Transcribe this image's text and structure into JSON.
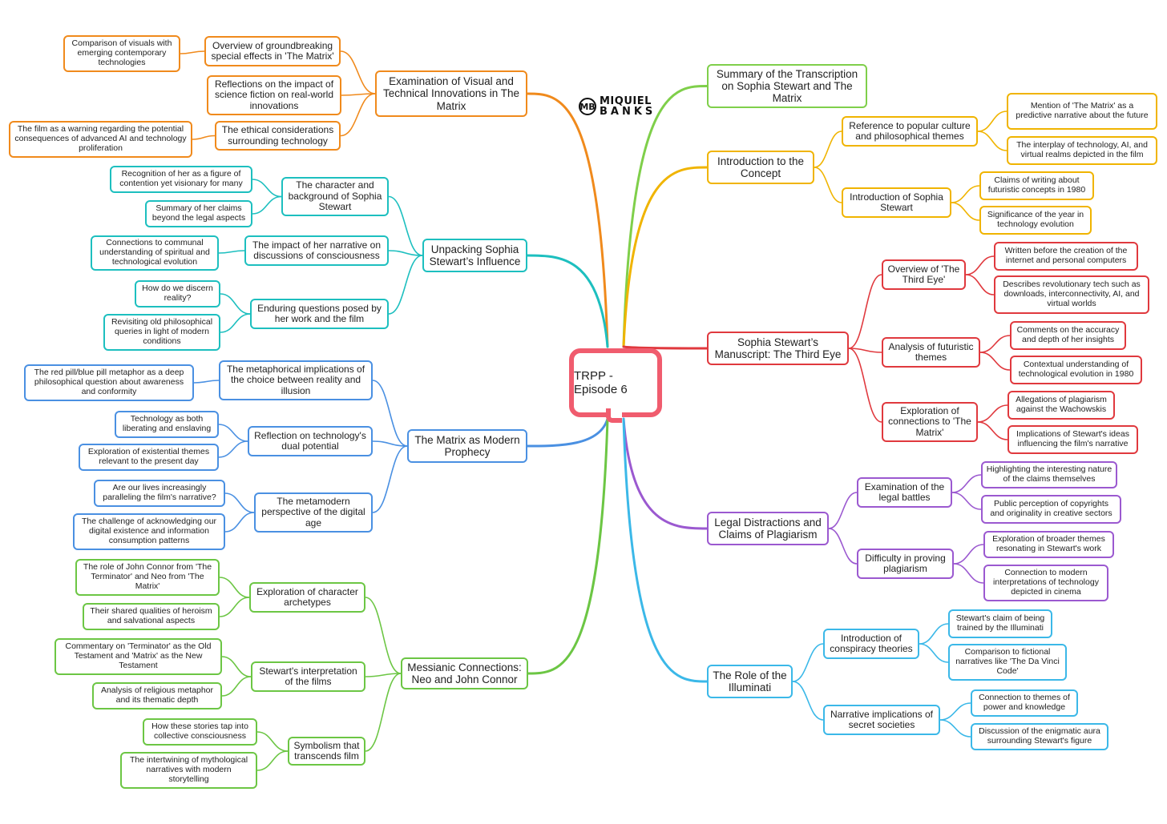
{
  "logo": {
    "line1": "MIQUIEL",
    "line2": "BANKS",
    "mark": "MB"
  },
  "root": {
    "label": "TRPP - Episode 6",
    "color": "#f05c6e"
  },
  "branch_colors": {
    "orange": "#f08a1c",
    "teal": "#1dbfbf",
    "blue": "#4a90e2",
    "green": "#6cc644",
    "lightgreen": "#7fcf4a",
    "yellow": "#f0b400",
    "red": "#e0393e",
    "purple": "#9b59d0",
    "cyan": "#3bb8e8"
  },
  "nodes": {
    "orange_main": "Examination of Visual and Technical Innovations in The Matrix",
    "orange_1": "Overview of groundbreaking special effects in 'The Matrix'",
    "orange_1a": "Comparison of visuals with emerging contemporary technologies",
    "orange_2": "Reflections on the impact of science fiction on real-world innovations",
    "orange_3": "The ethical considerations surrounding technology",
    "orange_3a": "The film as a warning regarding the potential consequences of advanced AI and technology proliferation",
    "teal_main": "Unpacking Sophia Stewart’s Influence",
    "teal_1": "The character and background of Sophia Stewart",
    "teal_1a": "Recognition of her as a figure of contention yet visionary for many",
    "teal_1b": "Summary of her claims beyond the legal aspects",
    "teal_2": "The impact of her narrative on discussions of consciousness",
    "teal_2a": "Connections to communal understanding of spiritual and technological evolution",
    "teal_3": "Enduring questions posed by her work and the film",
    "teal_3a": "How do we discern reality?",
    "teal_3b": "Revisiting old philosophical queries in light of modern conditions",
    "blue_main": "The Matrix as Modern Prophecy",
    "blue_1": "The metaphorical implications of the choice between reality and illusion",
    "blue_1a": "The red pill/blue pill metaphor as a deep philosophical question about awareness and conformity",
    "blue_2": "Reflection on technology's dual potential",
    "blue_2a": "Technology as both liberating and enslaving",
    "blue_2b": "Exploration of existential themes relevant to the present day",
    "blue_3": "The metamodern perspective of the digital age",
    "blue_3a": "Are our lives increasingly paralleling the film's narrative?",
    "blue_3b": "The challenge of acknowledging our digital existence and information consumption patterns",
    "green_main": "Messianic Connections: Neo and John Connor",
    "green_1": "Exploration of character archetypes",
    "green_1a": "The role of John Connor from 'The Terminator' and Neo from 'The Matrix'",
    "green_1b": "Their shared qualities of heroism and salvational aspects",
    "green_2": "Stewart's interpretation of the films",
    "green_2a": "Commentary on 'Terminator' as the Old Testament and 'Matrix' as the New Testament",
    "green_2b": "Analysis of religious metaphor and its thematic depth",
    "green_3": "Symbolism that transcends film",
    "green_3a": "How these stories tap into collective consciousness",
    "green_3b": "The intertwining of mythological narratives with modern storytelling",
    "lgreen_main": "Summary of the Transcription on Sophia Stewart and The Matrix",
    "yellow_main": "Introduction to the Concept",
    "yellow_1": "Reference to popular culture and philosophical themes",
    "yellow_1a": "Mention of 'The Matrix' as a predictive narrative about the future",
    "yellow_1b": "The interplay of technology, AI, and virtual realms depicted in the film",
    "yellow_2": "Introduction of Sophia Stewart",
    "yellow_2a": "Claims of writing about futuristic concepts in 1980",
    "yellow_2b": "Significance of the year in technology evolution",
    "red_main": "Sophia Stewart’s Manuscript: The Third Eye",
    "red_1": "Overview of 'The Third Eye'",
    "red_1a": "Written before the creation of the internet and personal computers",
    "red_1b": "Describes revolutionary tech such as downloads, interconnectivity, AI, and virtual worlds",
    "red_2": "Analysis of futuristic themes",
    "red_2a": "Comments on the accuracy and depth of her insights",
    "red_2b": "Contextual understanding of technological evolution in 1980",
    "red_3": "Exploration of connections to 'The Matrix'",
    "red_3a": "Allegations of plagiarism against the Wachowskis",
    "red_3b": "Implications of Stewart's ideas influencing the film's narrative",
    "purple_main": "Legal Distractions and Claims of Plagiarism",
    "purple_1": "Examination of the legal battles",
    "purple_1a": "Highlighting the interesting nature of the claims themselves",
    "purple_1b": "Public perception of copyrights and originality in creative sectors",
    "purple_2": "Difficulty in proving plagiarism",
    "purple_2a": "Exploration of broader themes resonating in Stewart's work",
    "purple_2b": "Connection to modern interpretations of technology depicted in cinema",
    "cyan_main": "The Role of the Illuminati",
    "cyan_1": "Introduction of conspiracy theories",
    "cyan_1a": "Stewart's claim of being trained by the Illuminati",
    "cyan_1b": "Comparison to fictional narratives like 'The Da Vinci Code'",
    "cyan_2": "Narrative implications of secret societies",
    "cyan_2a": "Connection to themes of power and knowledge",
    "cyan_2b": "Discussion of the enigmatic aura surrounding Stewart's figure"
  }
}
